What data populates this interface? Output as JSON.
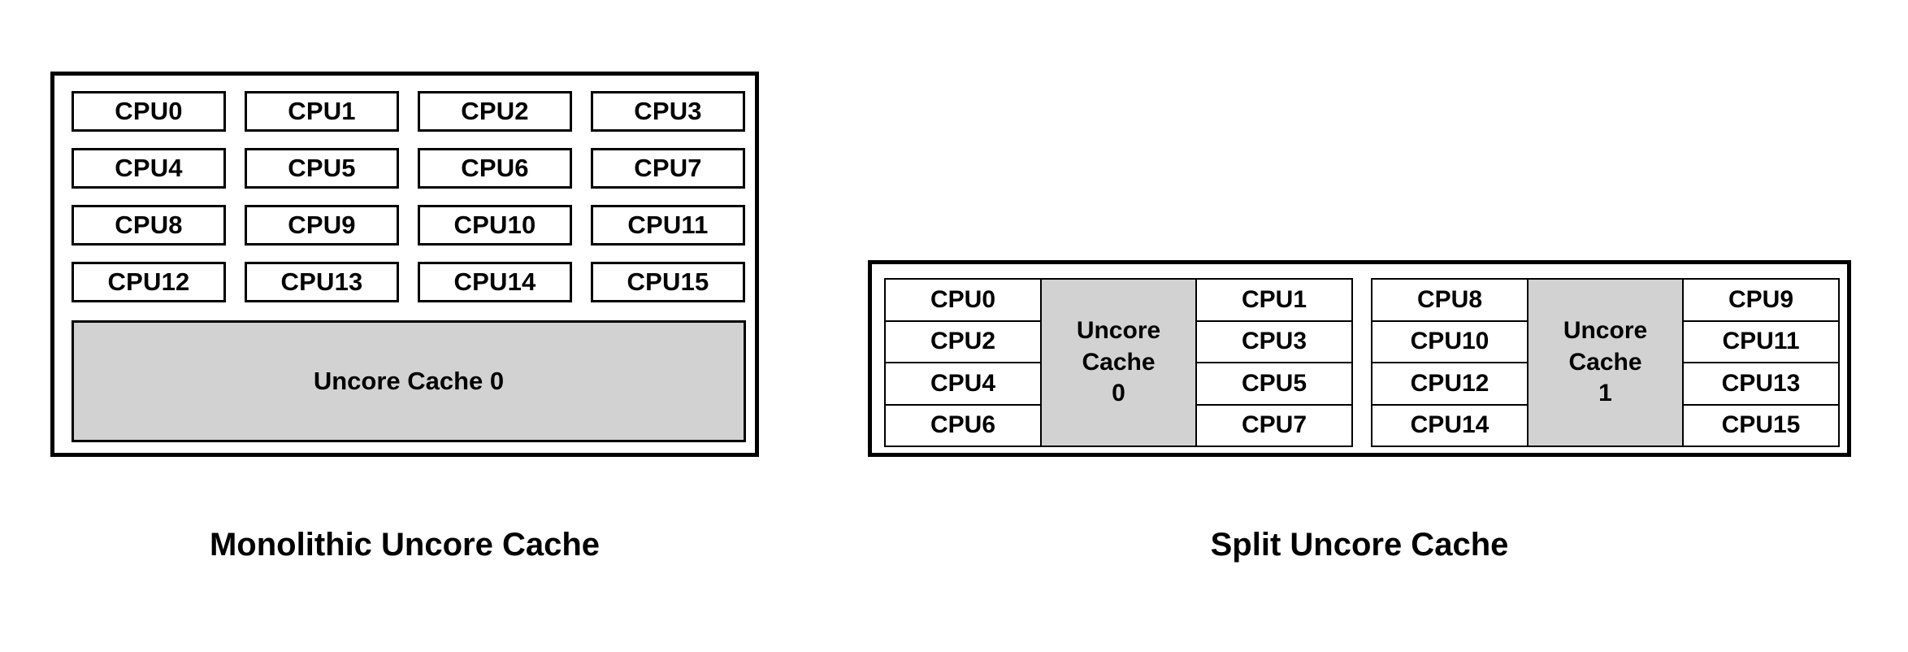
{
  "colors": {
    "background": "#ffffff",
    "outline": "#000000",
    "cache_fill": "#d2d2d2",
    "cpu_fill": "#ffffff"
  },
  "chart_data": {
    "type": "diagram",
    "title": "Monolithic vs Split Uncore Cache CPU topology",
    "panels": [
      {
        "id": "monolithic",
        "caption": "Monolithic Uncore Cache",
        "cpu_count": 16,
        "cache_count": 1,
        "layout": "4x4 grid of CPUs above one full-width uncore cache"
      },
      {
        "id": "split",
        "caption": "Split Uncore Cache",
        "cpu_count": 16,
        "cache_count": 2,
        "layout": "two socket groups, each with 4 CPUs left, uncore cache center, 4 CPUs right"
      }
    ]
  },
  "monolithic": {
    "caption": "Monolithic Uncore Cache",
    "cpu_rows": [
      [
        "CPU0",
        "CPU1",
        "CPU2",
        "CPU3"
      ],
      [
        "CPU4",
        "CPU5",
        "CPU6",
        "CPU7"
      ],
      [
        "CPU8",
        "CPU9",
        "CPU10",
        "CPU11"
      ],
      [
        "CPU12",
        "CPU13",
        "CPU14",
        "CPU15"
      ]
    ],
    "cache_label": "Uncore Cache 0"
  },
  "split": {
    "caption": "Split Uncore Cache",
    "groups": [
      {
        "left_column": [
          "CPU0",
          "CPU2",
          "CPU4",
          "CPU6"
        ],
        "cache": {
          "line1": "Uncore",
          "line2": "Cache",
          "line3": "0"
        },
        "right_column": [
          "CPU1",
          "CPU3",
          "CPU5",
          "CPU7"
        ]
      },
      {
        "left_column": [
          "CPU8",
          "CPU10",
          "CPU12",
          "CPU14"
        ],
        "cache": {
          "line1": "Uncore",
          "line2": "Cache",
          "line3": "1"
        },
        "right_column": [
          "CPU9",
          "CPU11",
          "CPU13",
          "CPU15"
        ]
      }
    ]
  }
}
